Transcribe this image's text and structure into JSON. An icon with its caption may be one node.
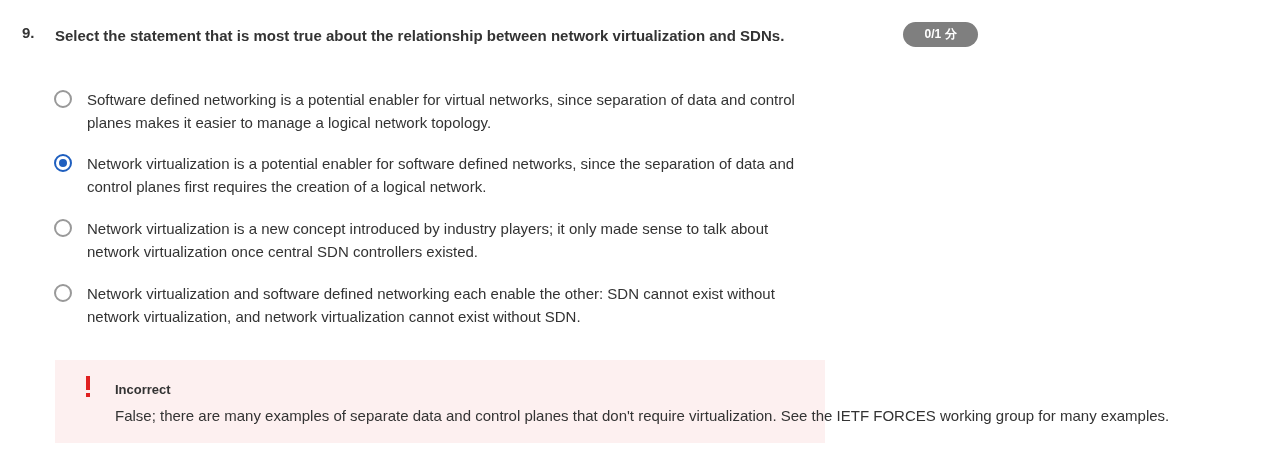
{
  "diagram": {
    "labels": [
      "9.",
      "Select the statement that is most true about the relationship between network virtualization and SDNs.",
      "0/1 分",
      "Software defined networking is a potential enabler for virtual networks, since separation of data and control planes makes it easier to manage a logical network topology.",
      "Network virtualization is a potential enabler for software defined networks, since the separation of data and control planes first requires the creation of a logical network.",
      "Network virtualization is a new concept introduced by industry players; it only made sense to talk about network virtualization once central SDN controllers existed.",
      "Network virtualization and software defined networking each enable the other: SDN cannot exist without network virtualization, and network virtualization cannot exist without SDN.",
      "Incorrect",
      "False; there are many examples of separate data and control planes that don't require virtualization.  See the IETF FORCES working group for many examples."
    ]
  }
}
